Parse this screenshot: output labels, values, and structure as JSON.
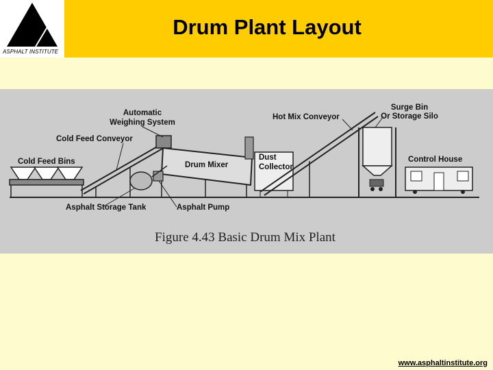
{
  "header": {
    "title": "Drum Plant Layout",
    "logo_text": "ASPHALT INSTITUTE",
    "colors": {
      "banner": "#ffcc00",
      "page": "#fefccf"
    }
  },
  "figure": {
    "labels": {
      "automatic_weighing": [
        "Automatic",
        "Weighing System"
      ],
      "cold_feed_conveyor": "Cold Feed Conveyor",
      "cold_feed_bins": "Cold Feed Bins",
      "drum_mixer": "Drum Mixer",
      "dust_collector": [
        "Dust",
        "Collector"
      ],
      "hot_mix_conveyor": "Hot Mix Conveyor",
      "surge_bin": [
        "Surge Bin",
        "Or Storage Silo"
      ],
      "control_house": "Control House",
      "asphalt_storage_tank": "Asphalt Storage Tank",
      "asphalt_pump": "Asphalt Pump"
    },
    "caption": "Figure 4.43  Basic Drum Mix Plant"
  },
  "footer": {
    "url": "www.asphaltinstitute.org"
  }
}
